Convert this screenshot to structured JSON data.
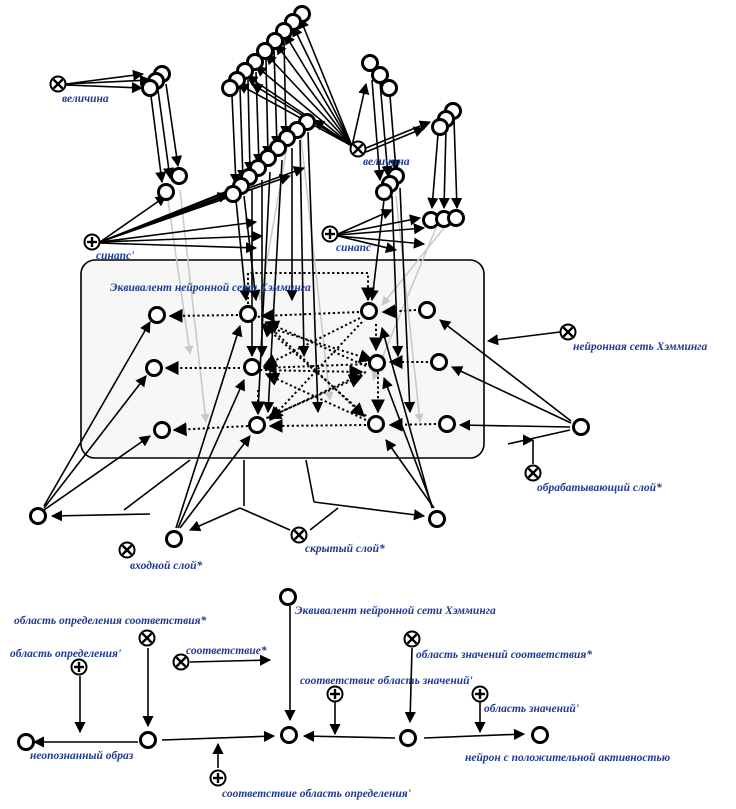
{
  "labels": {
    "velichina_1": "величина",
    "velichina_2": "величина",
    "sinaps_1": "синапс'",
    "sinaps_2": "синапс'",
    "hamming_equiv_box": "Эквивалент нейронной сети Хэмминга",
    "hamming_net": "нейронная сеть Хэмминга",
    "processing_layer": "обрабатывающий слой*",
    "input_layer": "входной слой*",
    "hidden_layer": "скрытый слой*",
    "domain_of_match": "область определения соответствия*",
    "domain": "область определения'",
    "match": "соответствие*",
    "hamming_equiv_bottom": "Эквивалент нейронной сети Хэмминга",
    "range_of_match": "область значений соответствия*",
    "match_range": "соответствие область значений'",
    "range": "область значений'",
    "unrecognized_image": "неопознанный образ",
    "neuron_positive": "нейрон с положительной активностью",
    "match_domain": "соответствие область определения'"
  },
  "colors": {
    "label": "#1f3a93",
    "stroke": "#000000",
    "box_fill": "#f7f7f7",
    "grey_line": "#c8c8c8"
  },
  "icons": {
    "times": "circle-times-icon",
    "plus": "circle-plus-icon"
  }
}
